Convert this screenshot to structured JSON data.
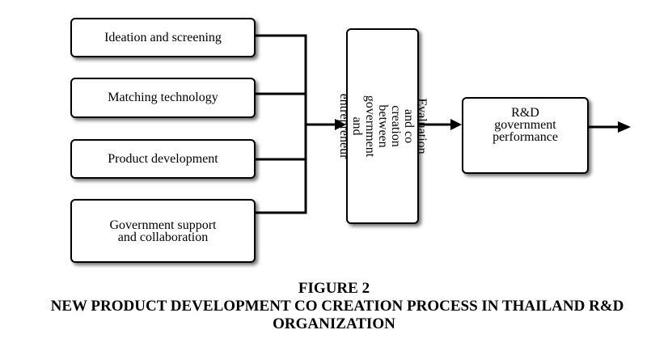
{
  "diagram": {
    "inputs": [
      "Ideation and screening",
      "Matching technology",
      "Product development",
      "Government support and collaboration"
    ],
    "government_lines": [
      "Government support",
      "and collaboration"
    ],
    "evaluation": "Evaluation and co creation between government and entrepreneur",
    "evaluation_lines": [
      "Evaluation and co creation",
      "between government and",
      "entrepreneur"
    ],
    "output": "R&D government performance",
    "output_lines": [
      "R&D",
      "government",
      "performance"
    ]
  },
  "caption": {
    "figure": "FIGURE 2",
    "title_line1": "NEW PRODUCT DEVELOPMENT CO CREATION PROCESS IN THAILAND R&D",
    "title_line2": "ORGANIZATION"
  }
}
